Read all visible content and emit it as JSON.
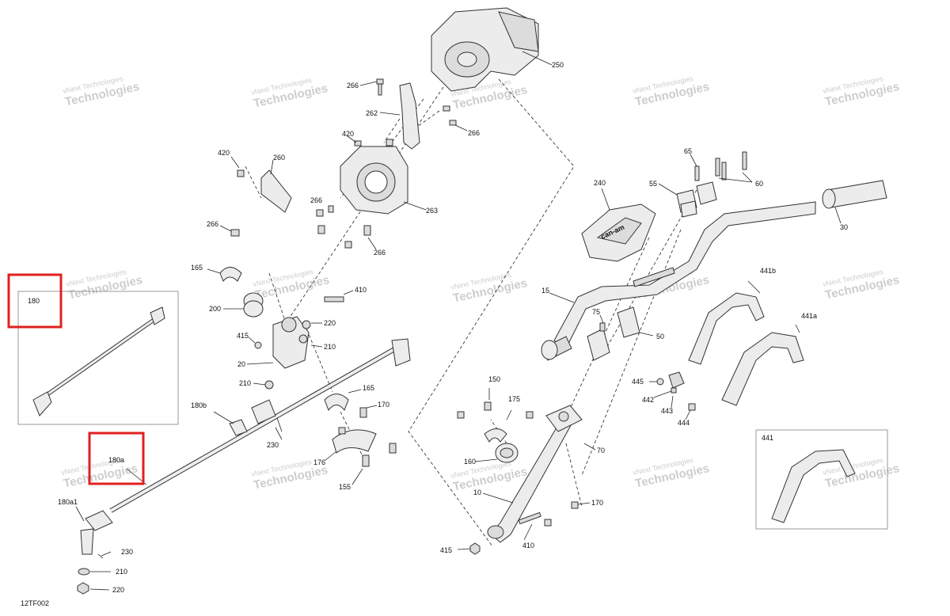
{
  "diagram": {
    "code": "12TF002",
    "watermark": {
      "line1": "vNext Technologies",
      "line2": "Technologies"
    },
    "highlighted_parts": [
      "180",
      "180a"
    ],
    "callouts": {
      "c250": "250",
      "c266a": "266",
      "c262": "262",
      "c266b": "266",
      "c420a": "420",
      "c260": "260",
      "c420b": "420",
      "c263": "263",
      "c266c": "266",
      "c266d": "266",
      "c266e": "266",
      "c165a": "165",
      "c410a": "410",
      "c200": "200",
      "c220a": "220",
      "c415a": "415",
      "c210a": "210",
      "c20": "20",
      "c210b": "210",
      "c165b": "165",
      "c180b": "180b",
      "c170a": "170",
      "c230a": "230",
      "c176": "176",
      "c155": "155",
      "c180": "180",
      "c180a": "180a",
      "c180a1": "180a1",
      "c230b": "230",
      "c210c": "210",
      "c220b": "220",
      "c150": "150",
      "c175": "175",
      "c160": "160",
      "c70": "70",
      "c10": "10",
      "c170b": "170",
      "c415b": "415",
      "c410b": "410",
      "c240": "240",
      "c65": "65",
      "c55": "55",
      "c60": "60",
      "c30": "30",
      "c15": "15",
      "c75": "75",
      "c50": "50",
      "c441b": "441b",
      "c441a": "441a",
      "c445": "445",
      "c442": "442",
      "c443": "443",
      "c444": "444",
      "c441": "441"
    },
    "brand_logo_text": "can-am"
  }
}
